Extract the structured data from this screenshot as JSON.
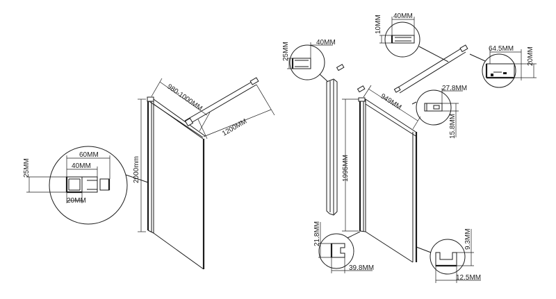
{
  "left_assembly": {
    "width_label": "980-1000MM",
    "height_label": "2000mm",
    "arm_label": "1200MM",
    "detail": {
      "outer_label": "60MM",
      "inner_label": "40MM",
      "height_label": "25MM",
      "bottom_label": "20MM"
    }
  },
  "right_assembly": {
    "width_label": "949MM",
    "height_label": "1995MM",
    "top_profile": {
      "height_label": "25MM",
      "width_label": "40MM"
    },
    "arm_profile": {
      "height_label": "10MM",
      "width_label": "40MM"
    },
    "bracket": {
      "width_label": "64.5MM",
      "height_label": "20MM"
    },
    "channel_top": {
      "width_label": "27.8MM",
      "height_label": "15.8MM"
    },
    "channel_bottom": {
      "height_label": "21.8MM",
      "width_label": "39.8MM"
    },
    "u_channel": {
      "height_label": "9.3MM",
      "width_label": "12.5MM"
    }
  }
}
